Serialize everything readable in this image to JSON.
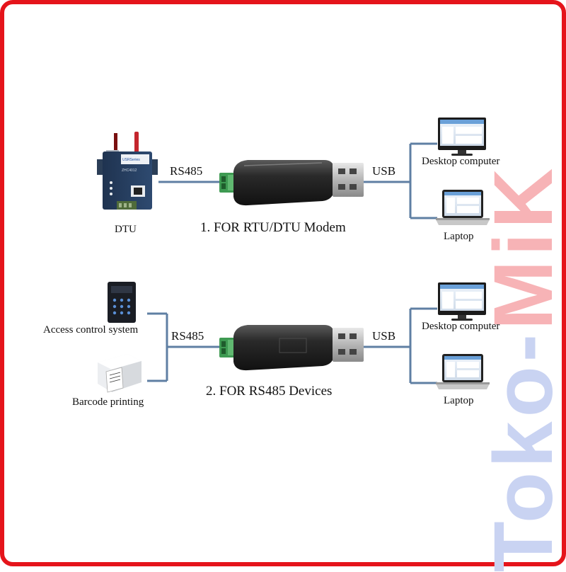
{
  "watermark": {
    "part1": "Toko-",
    "part2": "MiK"
  },
  "section1": {
    "device_label": "DTU",
    "rs485_label": "RS485",
    "usb_label": "USB",
    "title": "1. FOR RTU/DTU Modem",
    "desktop_label": "Desktop computer",
    "laptop_label": "Laptop",
    "dtu_panel": {
      "brand": "USRSeries",
      "model": "ZHC4012"
    }
  },
  "section2": {
    "access_label": "Access control system",
    "barcode_label": "Barcode printing",
    "rs485_label": "RS485",
    "usb_label": "USB",
    "title": "2. FOR RS485 Devices",
    "desktop_label": "Desktop computer",
    "laptop_label": "Laptop"
  },
  "colors": {
    "border": "#e5141b",
    "wire": "#5f7fa3"
  }
}
